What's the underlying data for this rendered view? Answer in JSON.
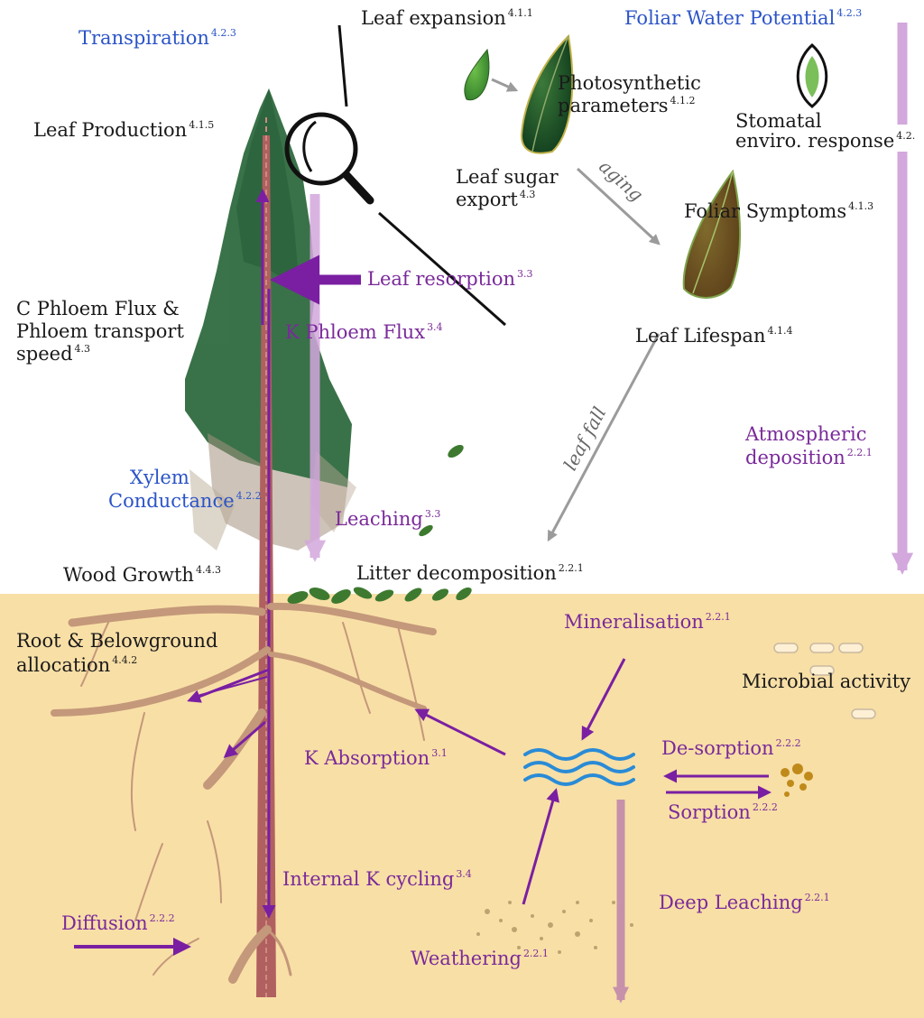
{
  "colors": {
    "soil": "#f8dfa6",
    "purple_arrow": "#7a1fa2",
    "lilac_arrow": "#d3a8dc",
    "mauve_arrow": "#c791aa",
    "grey_arrow": "#9b9b9b",
    "blue_text": "#2b54c7",
    "purple_text": "#7a2a9a",
    "root": "#c4987a",
    "trunk": "#b0605f",
    "foliage": "#2f6b3f",
    "water": "#2a8bd6"
  },
  "labels": {
    "transpiration": {
      "text": "Transpiration",
      "ref": "4.2.3"
    },
    "leaf_expansion": {
      "text": "Leaf expansion",
      "ref": "4.1.1"
    },
    "foliar_water_potential": {
      "text": "Foliar Water Potential",
      "ref": "4.2.3"
    },
    "leaf_production": {
      "text": "Leaf Production",
      "ref": "4.1.5"
    },
    "photosynthetic_l1": {
      "text": "Photosynthetic"
    },
    "photosynthetic_l2": {
      "text": "parameters",
      "ref": "4.1.2"
    },
    "stomatal_l1": {
      "text": "Stomatal"
    },
    "stomatal_l2": {
      "text": "enviro. response",
      "ref": "4.2."
    },
    "leaf_sugar_l1": {
      "text": "Leaf sugar"
    },
    "leaf_sugar_l2": {
      "text": "export",
      "ref": "4.3"
    },
    "aging": {
      "text": "aging"
    },
    "foliar_symptoms": {
      "text": "Foliar Symptoms",
      "ref": "4.1.3"
    },
    "leaf_resorption": {
      "text": "Leaf resorption",
      "ref": "3.3"
    },
    "c_phloem_l1": {
      "text": "C Phloem Flux &"
    },
    "c_phloem_l2": {
      "text": "Phloem transport"
    },
    "c_phloem_l3": {
      "text": "speed",
      "ref": "4.3"
    },
    "k_phloem_flux": {
      "text": "K Phloem Flux",
      "ref": "3.4"
    },
    "leaf_lifespan": {
      "text": "Leaf Lifespan",
      "ref": "4.1.4"
    },
    "leaf_fall": {
      "text": "leaf fall"
    },
    "atmospheric_l1": {
      "text": "Atmospheric"
    },
    "atmospheric_l2": {
      "text": "deposition",
      "ref": "2.2.1"
    },
    "xylem_l1": {
      "text": "Xylem"
    },
    "xylem_l2": {
      "text": "Conductance",
      "ref": "4.2.2"
    },
    "leaching": {
      "text": "Leaching",
      "ref": "3.3"
    },
    "wood_growth": {
      "text": "Wood Growth",
      "ref": "4.4.3"
    },
    "litter_decomposition": {
      "text": "Litter decomposition",
      "ref": "2.2.1"
    },
    "mineralisation": {
      "text": "Mineralisation",
      "ref": "2.2.1"
    },
    "root_alloc_l1": {
      "text": "Root & Belowground"
    },
    "root_alloc_l2": {
      "text": "allocation",
      "ref": "4.4.2"
    },
    "microbial_activity": {
      "text": "Microbial activity"
    },
    "k_absorption": {
      "text": "K Absorption",
      "ref": "3.1"
    },
    "de_sorption": {
      "text": "De-sorption",
      "ref": "2.2.2"
    },
    "sorption": {
      "text": "Sorption",
      "ref": "2.2.2"
    },
    "internal_k_cycling": {
      "text": "Internal K cycling",
      "ref": "3.4"
    },
    "deep_leaching": {
      "text": "Deep Leaching",
      "ref": "2.2.1"
    },
    "diffusion": {
      "text": "Diffusion",
      "ref": "2.2.2"
    },
    "weathering": {
      "text": "Weathering",
      "ref": "2.2.1"
    }
  }
}
